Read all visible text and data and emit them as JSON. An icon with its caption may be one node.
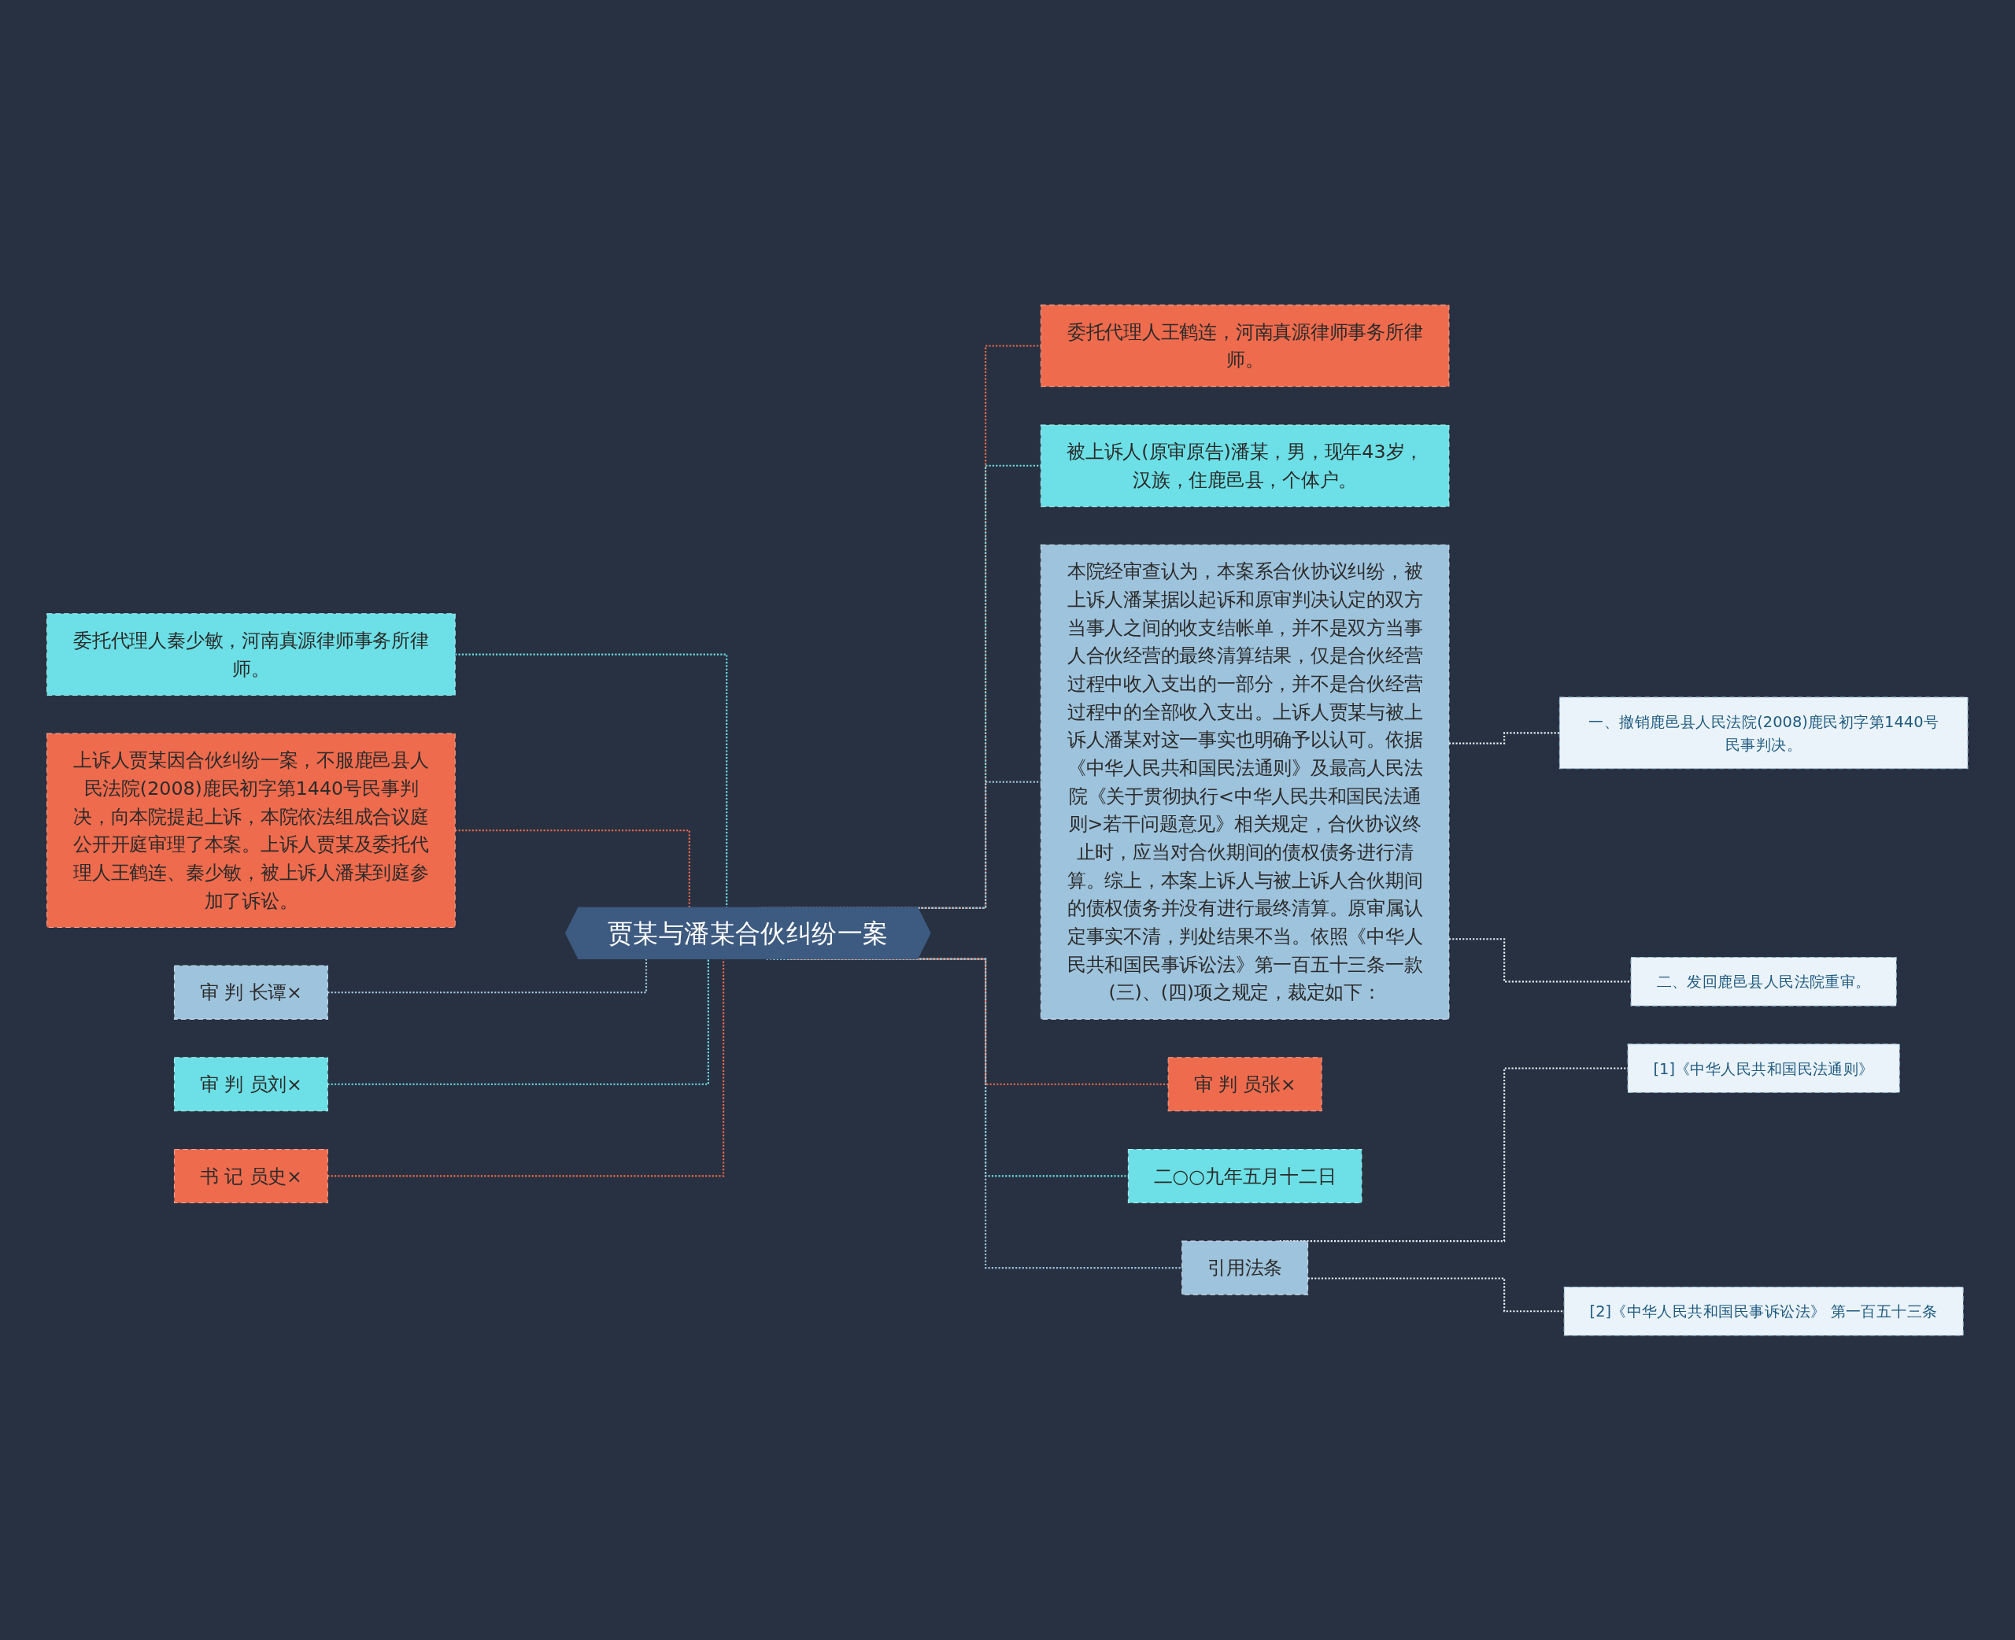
{
  "diagram": {
    "nodes": [
      {
        "text": [
          "贾某与潘某合伙纠纷一案"
        ]
      },
      {
        "text": [
          "委托代理人王鹤连，河南真源律师事务所律师。"
        ]
      },
      {
        "text": [
          "被上诉人(原审原告)潘某，男，现年43岁，汉族，住鹿邑县，个体户。"
        ]
      },
      {
        "text": [
          "本院经审查认为，本案系合伙协议纠纷，被上诉人潘某据以起诉和原审判决认定的双方当事人之间的收支结帐单，并不是双方当事人合伙经营的最终清算结果，仅是合伙经营过程中收入支出的一部分，并不是合伙经营过程中的全部收入支出。上诉人贾某与被上诉人潘某对这一事实也明确予以认可。依据《中华人民共和国民法通则》及最高人民法院《关于贯彻执行<中华人民共和国民法通则>若干问题意见》相关规定，合伙协议终止时，应当对合伙期间的债权债务进行清算。综上，本案上诉人与被上诉人合伙期间的债权债务并没有进行最终清算。原审属认定事实不清，判处结果不当。依照《中华人民共和国民事诉讼法》第一百五十三条一款(三)、(四)项之规定，裁定如下："
        ]
      },
      {
        "text": [
          "一、撤销鹿邑县人民法院(2008)鹿民初字第1440号民事判决。"
        ]
      },
      {
        "text": [
          "二、发回鹿邑县人民法院重审。"
        ]
      },
      {
        "text": [
          "审 判 员张×"
        ]
      },
      {
        "text": [
          "二○○九年五月十二日"
        ]
      },
      {
        "text": [
          "引用法条"
        ]
      },
      {
        "text": [
          "[1]《中华人民共和国民法通则》"
        ]
      },
      {
        "text": [
          "[2]《中华人民共和国民事诉讼法》 第一百五十三条"
        ]
      },
      {
        "text": [
          "委托代理人秦少敏，河南真源律师事务所律师。"
        ]
      },
      {
        "text": [
          "上诉人贾某因合伙纠纷一案，不服鹿邑县人民法院(2008)鹿民初字第1440号民事判决，向本院提起上诉，本院依法组成合议庭公开开庭审理了本案。上诉人贾某及委托代理人王鹤连、秦少敏，被上诉人潘某到庭参加了诉讼。"
        ]
      },
      {
        "text": [
          "审 判 长谭×"
        ]
      },
      {
        "text": [
          "审 判 员刘×"
        ]
      },
      {
        "text": [
          "书 记 员史×"
        ]
      }
    ],
    "edges": [
      {
        "from": 0,
        "to": 1,
        "arrow": "none",
        "style": "dashed",
        "color": "#ef6b4d"
      },
      {
        "from": 0,
        "to": 2,
        "arrow": "none",
        "style": "dashed",
        "color": "#6ce0e6"
      },
      {
        "from": 0,
        "to": 3,
        "arrow": "none",
        "style": "dashed",
        "color": "#9ec3dc"
      },
      {
        "from": 3,
        "to": 4,
        "arrow": "none",
        "style": "dashed",
        "color": "#e8f2f8"
      },
      {
        "from": 3,
        "to": 5,
        "arrow": "none",
        "style": "dashed",
        "color": "#e8f2f8"
      },
      {
        "from": 0,
        "to": 6,
        "arrow": "none",
        "style": "dashed",
        "color": "#ef6b4d"
      },
      {
        "from": 0,
        "to": 7,
        "arrow": "none",
        "style": "dashed",
        "color": "#6ce0e6"
      },
      {
        "from": 0,
        "to": 8,
        "arrow": "none",
        "style": "dashed",
        "color": "#9ec3dc"
      },
      {
        "from": 8,
        "to": 9,
        "arrow": "none",
        "style": "dashed",
        "color": "#e8f2f8"
      },
      {
        "from": 8,
        "to": 10,
        "arrow": "none",
        "style": "dashed",
        "color": "#e8f2f8"
      },
      {
        "from": 11,
        "to": 0,
        "arrow": "none",
        "style": "dashed",
        "color": "#6ce0e6"
      },
      {
        "from": 12,
        "to": 0,
        "arrow": "none",
        "style": "dashed",
        "color": "#ef6b4d"
      },
      {
        "from": 13,
        "to": 0,
        "arrow": "none",
        "style": "dashed",
        "color": "#9ec3dc"
      },
      {
        "from": 14,
        "to": 0,
        "arrow": "none",
        "style": "dashed",
        "color": "#6ce0e6"
      },
      {
        "from": 15,
        "to": 0,
        "arrow": "none",
        "style": "dashed",
        "color": "#ef6b4d"
      }
    ]
  }
}
